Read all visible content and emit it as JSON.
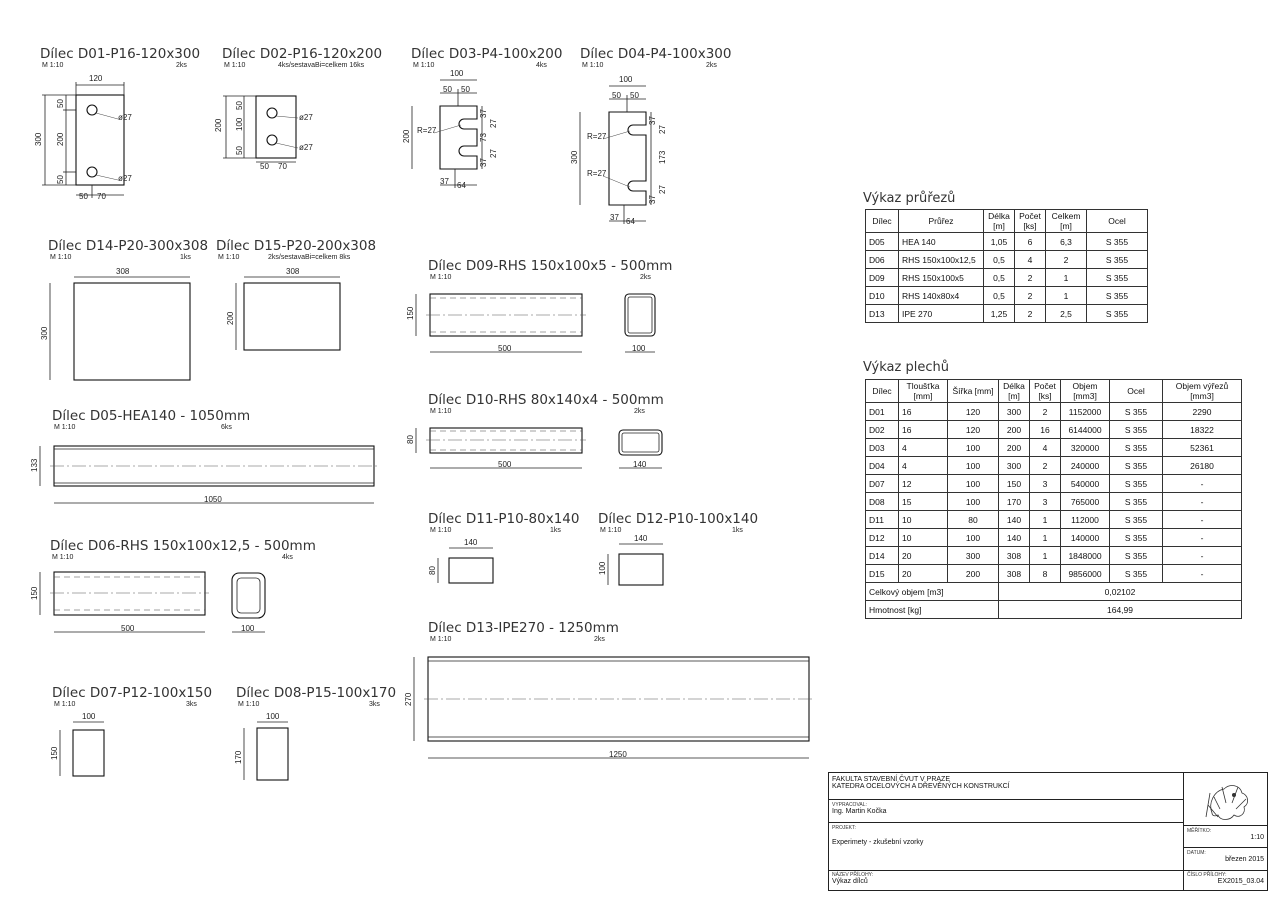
{
  "drawings": {
    "D01": {
      "title": "Dílec D01-P16-120x300",
      "scale": "M 1:10",
      "count": "2ks",
      "dims": [
        "120",
        "300",
        "200",
        "50",
        "50",
        "50",
        "70",
        "ø27",
        "ø27"
      ]
    },
    "D02": {
      "title": "Dílec D02-P16-120x200",
      "scale": "M 1:10",
      "count": "4ks/sestavaBi=celkem 16ks",
      "dims": [
        "200",
        "100",
        "50",
        "50",
        "50",
        "70",
        "ø27",
        "ø27"
      ]
    },
    "D03": {
      "title": "Dílec D03-P4-100x200",
      "scale": "M 1:10",
      "count": "4ks",
      "dims": [
        "100",
        "50",
        "50",
        "200",
        "R=27",
        "37",
        "27",
        "73",
        "37",
        "27",
        "37",
        "64"
      ]
    },
    "D04": {
      "title": "Dílec D04-P4-100x300",
      "scale": "M 1:10",
      "count": "2ks",
      "dims": [
        "100",
        "50",
        "50",
        "300",
        "R=27",
        "R=27",
        "37",
        "27",
        "173",
        "37",
        "27",
        "37",
        "64"
      ]
    },
    "D14": {
      "title": "Dílec D14-P20-300x308",
      "scale": "M 1:10",
      "count": "1ks",
      "dims": [
        "308",
        "300"
      ]
    },
    "D15": {
      "title": "Dílec D15-P20-200x308",
      "scale": "M 1:10",
      "count": "2ks/sestavaBi=celkem 8ks",
      "dims": [
        "308",
        "200"
      ]
    },
    "D09": {
      "title": "Dílec D09-RHS 150x100x5 - 500mm",
      "scale": "M 1:10",
      "count": "2ks",
      "dims": [
        "150",
        "500",
        "100"
      ]
    },
    "D05": {
      "title": "Dílec D05-HEA140 - 1050mm",
      "scale": "M 1:10",
      "count": "6ks",
      "dims": [
        "133",
        "1050"
      ]
    },
    "D10": {
      "title": "Dílec D10-RHS 80x140x4 - 500mm",
      "scale": "M 1:10",
      "count": "2ks",
      "dims": [
        "80",
        "500",
        "140"
      ]
    },
    "D06": {
      "title": "Dílec D06-RHS 150x100x12,5 - 500mm",
      "scale": "M 1:10",
      "count": "4ks",
      "dims": [
        "150",
        "500",
        "100"
      ]
    },
    "D11": {
      "title": "Dílec D11-P10-80x140",
      "scale": "M 1:10",
      "count": "1ks",
      "dims": [
        "140",
        "80"
      ]
    },
    "D12": {
      "title": "Dílec D12-P10-100x140",
      "scale": "M 1:10",
      "count": "1ks",
      "dims": [
        "140",
        "100"
      ]
    },
    "D13": {
      "title": "Dílec D13-IPE270 - 1250mm",
      "scale": "M 1:10",
      "count": "2ks",
      "dims": [
        "270",
        "1250"
      ]
    },
    "D07": {
      "title": "Dílec D07-P12-100x150",
      "scale": "M 1:10",
      "count": "3ks",
      "dims": [
        "100",
        "150"
      ]
    },
    "D08": {
      "title": "Dílec D08-P15-100x170",
      "scale": "M 1:10",
      "count": "3ks",
      "dims": [
        "100",
        "170"
      ]
    }
  },
  "profiles_table": {
    "title": "Výkaz průřezů",
    "headers": [
      "Dílec",
      "Průřez",
      "Délka [m]",
      "Počet [ks]",
      "Celkem [m]",
      "Ocel"
    ],
    "rows": [
      [
        "D05",
        "HEA 140",
        "1,05",
        "6",
        "6,3",
        "S 355"
      ],
      [
        "D06",
        "RHS 150x100x12,5",
        "0,5",
        "4",
        "2",
        "S 355"
      ],
      [
        "D09",
        "RHS 150x100x5",
        "0,5",
        "2",
        "1",
        "S 355"
      ],
      [
        "D10",
        "RHS 140x80x4",
        "0,5",
        "2",
        "1",
        "S 355"
      ],
      [
        "D13",
        "IPE 270",
        "1,25",
        "2",
        "2,5",
        "S 355"
      ]
    ]
  },
  "plates_table": {
    "title": "Výkaz plechů",
    "headers": [
      "Dílec",
      "Tloušťka [mm]",
      "Šířka [mm]",
      "Délka [m]",
      "Počet [ks]",
      "Objem [mm3]",
      "Ocel",
      "Objem výřezů [mm3]"
    ],
    "rows": [
      [
        "D01",
        "16",
        "120",
        "300",
        "2",
        "1152000",
        "S 355",
        "2290"
      ],
      [
        "D02",
        "16",
        "120",
        "200",
        "16",
        "6144000",
        "S 355",
        "18322"
      ],
      [
        "D03",
        "4",
        "100",
        "200",
        "4",
        "320000",
        "S 355",
        "52361"
      ],
      [
        "D04",
        "4",
        "100",
        "300",
        "2",
        "240000",
        "S 355",
        "26180"
      ],
      [
        "D07",
        "12",
        "100",
        "150",
        "3",
        "540000",
        "S 355",
        "-"
      ],
      [
        "D08",
        "15",
        "100",
        "170",
        "3",
        "765000",
        "S 355",
        "-"
      ],
      [
        "D11",
        "10",
        "80",
        "140",
        "1",
        "112000",
        "S 355",
        "-"
      ],
      [
        "D12",
        "10",
        "100",
        "140",
        "1",
        "140000",
        "S 355",
        "-"
      ],
      [
        "D14",
        "20",
        "300",
        "308",
        "1",
        "1848000",
        "S 355",
        "-"
      ],
      [
        "D15",
        "20",
        "200",
        "308",
        "8",
        "9856000",
        "S 355",
        "-"
      ]
    ],
    "total_volume_label": "Celkový objem [m3]",
    "total_volume_value": "0,02102",
    "mass_label": "Hmotnost [kg]",
    "mass_value": "164,99"
  },
  "title_block": {
    "institution_line1": "FAKULTA STAVEBNÍ ČVUT V PRAZE",
    "institution_line2": "KATEDRA OCELOVÝCH A DŘEVĚNÝCH KONSTRUKCÍ",
    "prepared_label": "VYPRACOVAL:",
    "prepared_value": "Ing. Martin Kočka",
    "project_label": "PROJEKT:",
    "project_value": "Experimety - zkušební vzorky",
    "scale_label": "MĚŘÍTKO:",
    "scale_value": "1:10",
    "date_label": "DATUM:",
    "date_value": "březen 2015",
    "attachment_name_label": "NÁZEV PŘÍLOHY:",
    "attachment_name_value": "Výkaz dílců",
    "attachment_no_label": "ČÍSLO PŘÍLOHY:",
    "attachment_no_value": "EX2015_03.04"
  },
  "colors": {
    "ink": "#222222",
    "paper": "#ffffff"
  }
}
